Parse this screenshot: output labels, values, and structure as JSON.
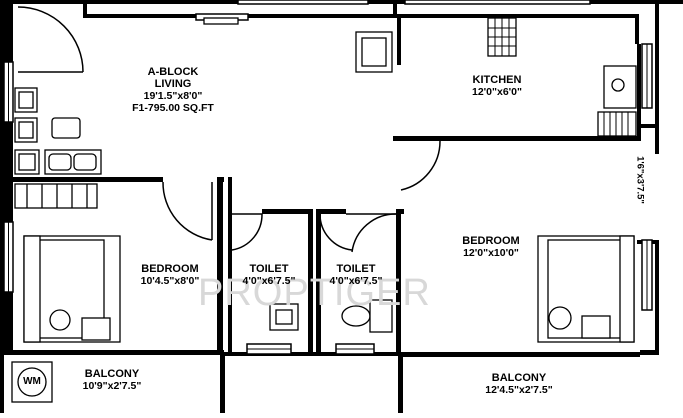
{
  "plan": {
    "living": {
      "line1": "A-BLOCK",
      "line2": "LIVING",
      "line3": "19'1.5\"x8'0\"",
      "line4": "F1-795.00 SQ.FT"
    },
    "kitchen": {
      "name": "KITCHEN",
      "size": "12'0\"x6'0\""
    },
    "bedroom_left": {
      "name": "BEDROOM",
      "size": "10'4.5\"x8'0\""
    },
    "bedroom_right": {
      "name": "BEDROOM",
      "size": "12'0\"x10'0\""
    },
    "toilet_left": {
      "name": "TOILET",
      "size": "4'0\"x6'7.5\""
    },
    "toilet_right": {
      "name": "TOILET",
      "size": "4'0\"x6'7.5\""
    },
    "balcony_left": {
      "name": "BALCONY",
      "size": "10'9\"x2'7.5\""
    },
    "balcony_right": {
      "name": "BALCONY",
      "size": "12'4.5\"x2'7.5\""
    },
    "utility": {
      "size": "1'6\"x3'7.5\""
    },
    "washer_label": "WM",
    "watermark": "PROPTIGER",
    "colors": {
      "wall": "#000000",
      "background": "#ffffff",
      "watermark": "#d8d8d8"
    }
  }
}
